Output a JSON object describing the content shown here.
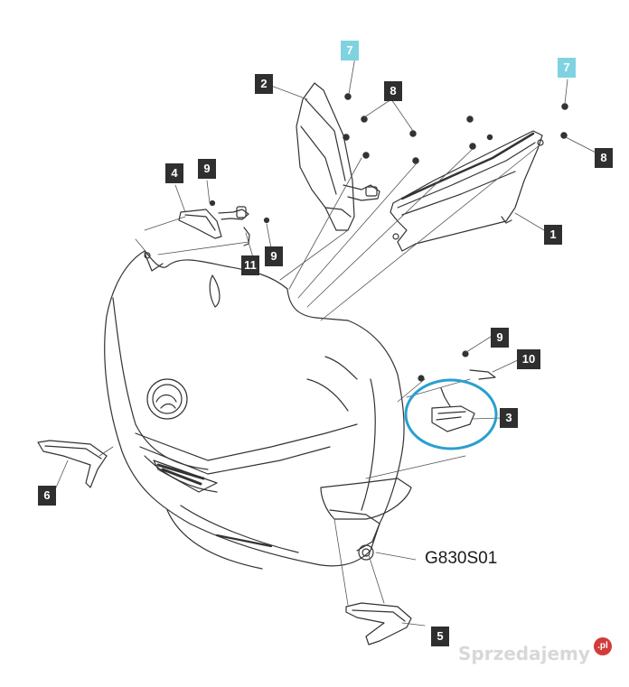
{
  "diagram": {
    "drawing_code": "G830S01",
    "callouts": [
      {
        "id": "c1",
        "label": "1",
        "style": "dark"
      },
      {
        "id": "c2",
        "label": "2",
        "style": "dark"
      },
      {
        "id": "c3",
        "label": "3",
        "style": "dark"
      },
      {
        "id": "c4",
        "label": "4",
        "style": "dark"
      },
      {
        "id": "c5",
        "label": "5",
        "style": "dark"
      },
      {
        "id": "c6",
        "label": "6",
        "style": "dark"
      },
      {
        "id": "c7a",
        "label": "7",
        "style": "cyan"
      },
      {
        "id": "c7b",
        "label": "7",
        "style": "cyan"
      },
      {
        "id": "c8a",
        "label": "8",
        "style": "dark"
      },
      {
        "id": "c8b",
        "label": "8",
        "style": "dark"
      },
      {
        "id": "c9a",
        "label": "9",
        "style": "dark"
      },
      {
        "id": "c9b",
        "label": "9",
        "style": "dark"
      },
      {
        "id": "c9c",
        "label": "9",
        "style": "dark"
      },
      {
        "id": "c10",
        "label": "10",
        "style": "dark"
      },
      {
        "id": "c11",
        "label": "11",
        "style": "dark"
      }
    ],
    "highlight_color": "#2a9fd0",
    "cyan_callout_color": "#7fd3e0"
  },
  "watermark": {
    "text": "Sprzedajemy",
    "badge": ".pl"
  }
}
